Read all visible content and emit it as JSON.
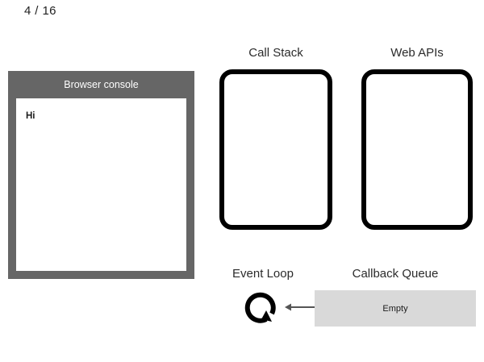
{
  "slide": {
    "counter": "4 / 16"
  },
  "console": {
    "title": "Browser console",
    "output_lines": [
      "Hi"
    ],
    "panel_color": "#666666",
    "body_color": "#ffffff"
  },
  "call_stack": {
    "caption": "Call Stack",
    "frames": [],
    "border_color": "#000000"
  },
  "web_apis": {
    "caption": "Web APIs",
    "items": [],
    "border_color": "#000000"
  },
  "event_loop": {
    "caption": "Event Loop",
    "icon": "circular-arrow-icon",
    "arrow_icon": "arrow-left-icon"
  },
  "callback_queue": {
    "caption": "Callback Queue",
    "status": "Empty",
    "background_color": "#d9d9d9"
  }
}
